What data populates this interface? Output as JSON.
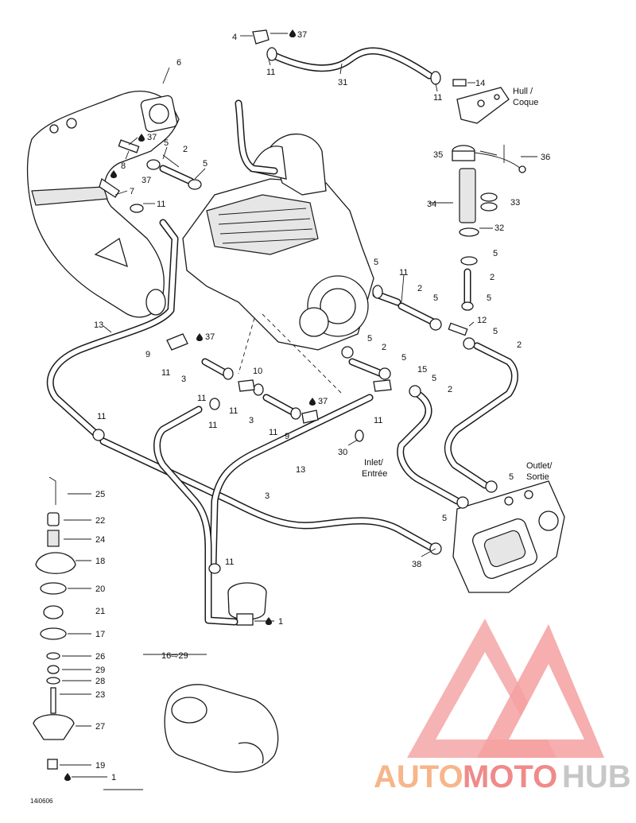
{
  "diagram": {
    "callouts": [
      "1",
      "2",
      "3",
      "4",
      "5",
      "6",
      "7",
      "8",
      "9",
      "10",
      "11",
      "12",
      "13",
      "14",
      "15",
      "16⇨29",
      "17",
      "18",
      "19",
      "20",
      "21",
      "22",
      "23",
      "24",
      "25",
      "26",
      "27",
      "28",
      "29",
      "30",
      "31",
      "32",
      "33",
      "34",
      "35",
      "36",
      "37",
      "38"
    ],
    "labels": {
      "hull": "Hull /",
      "coque": "Coque",
      "inlet": "Inlet/",
      "entree": "Entrée",
      "outlet": "Outlet/",
      "sortie": "Sortie"
    },
    "figure_code": "14i0606"
  },
  "watermark": {
    "auto": "AUTO",
    "moto": "MOTO",
    "hub": "HUB",
    "color_light": "#f4a6a6",
    "color_dark": "#ef7d7d",
    "color_orange": "#f7b58a"
  }
}
